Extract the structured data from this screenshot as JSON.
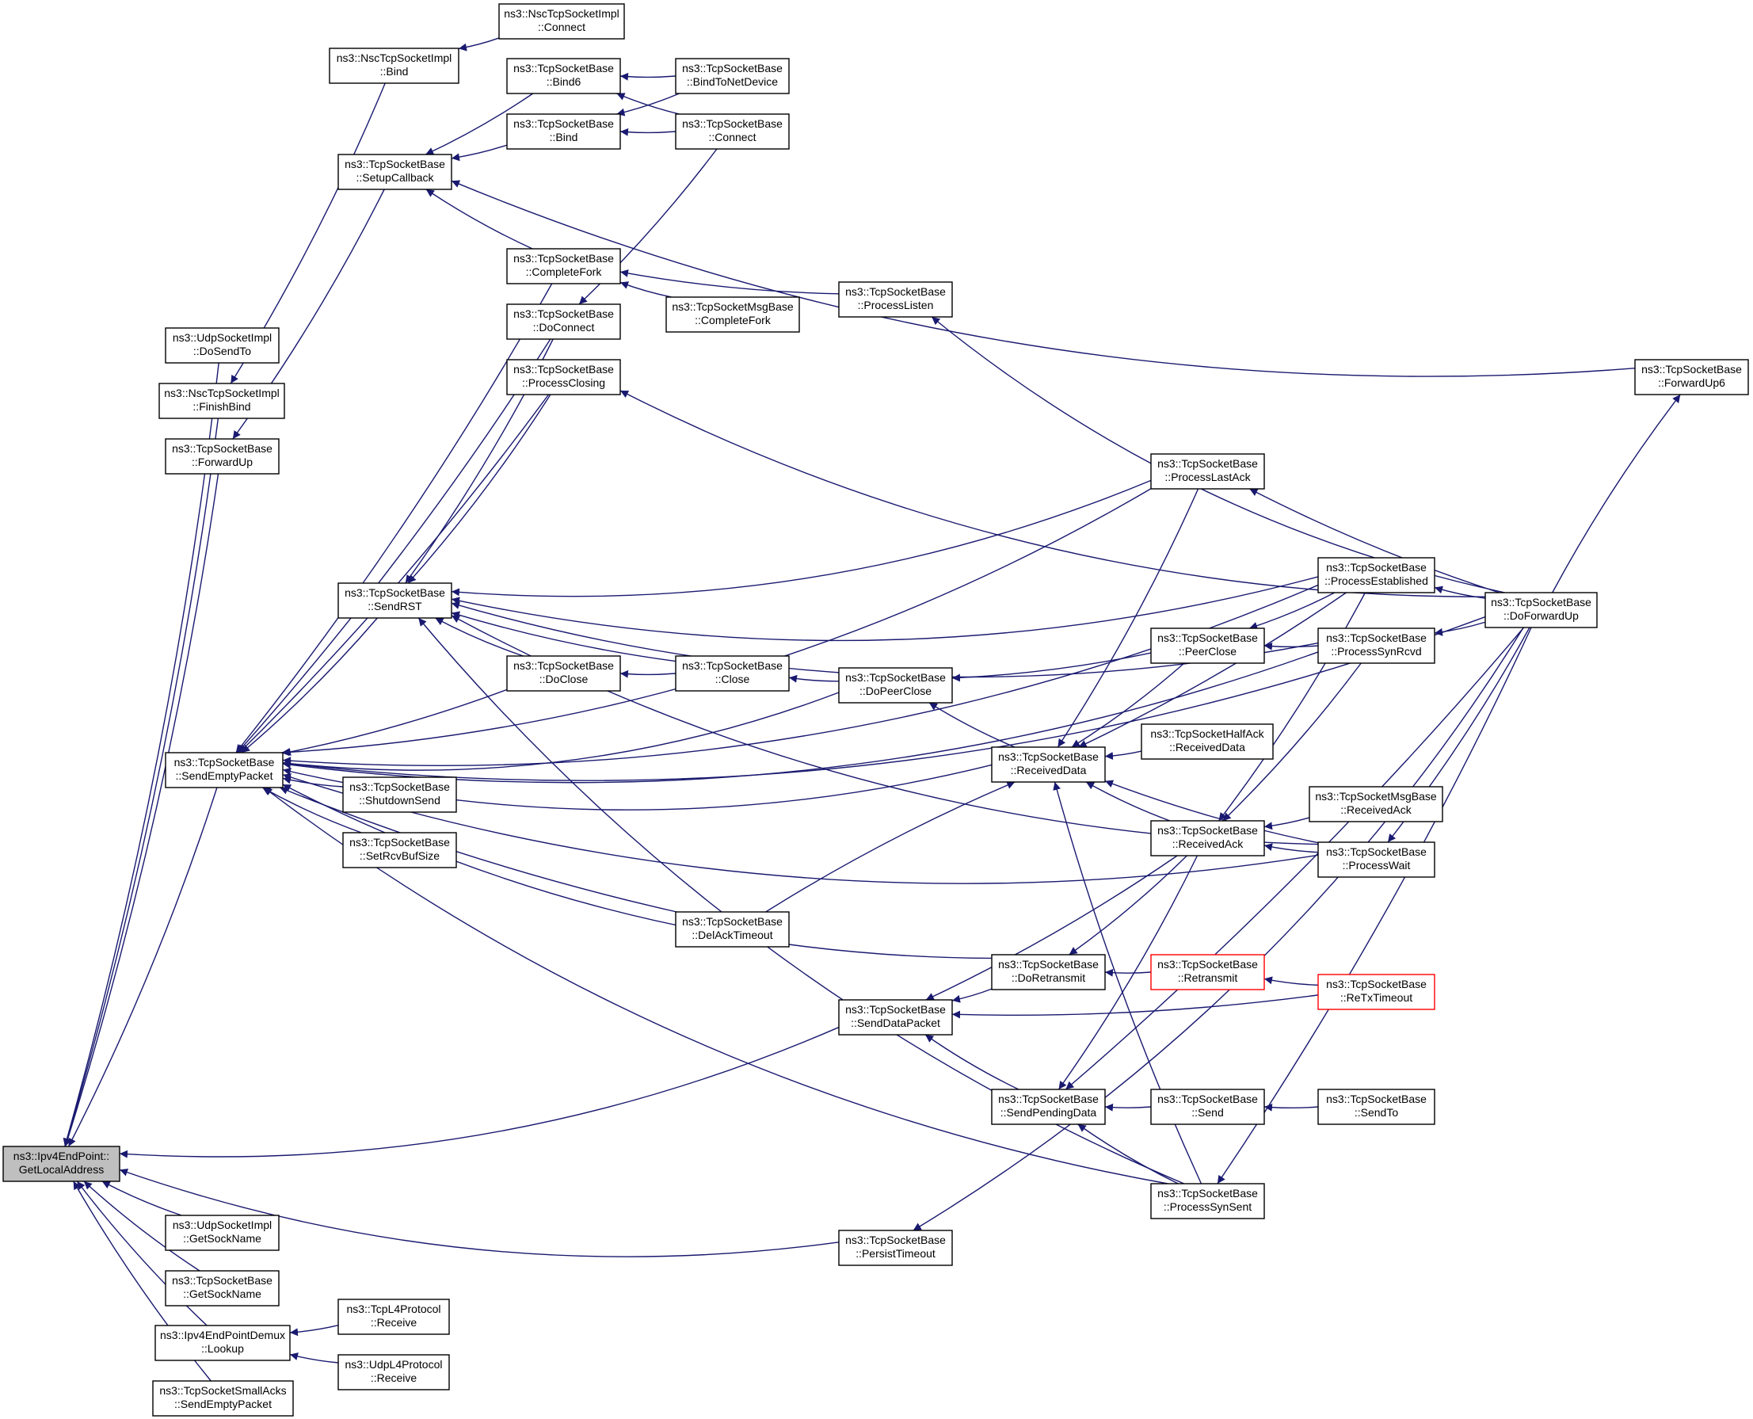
{
  "colors": {
    "edge": "#191970",
    "root_fill": "#bfbfbf",
    "node_border": "#000000",
    "truncated_border": "#ff0000"
  },
  "nodes": [
    {
      "id": "ep_getlocal",
      "lines": [
        "ns3::Ipv4EndPoint::",
        "GetLocalAddress"
      ],
      "root": true
    },
    {
      "id": "udp_dosendto",
      "lines": [
        "ns3::UdpSocketImpl",
        "::DoSendTo"
      ]
    },
    {
      "id": "nsc_finishbind",
      "lines": [
        "ns3::NscTcpSocketImpl",
        "::FinishBind"
      ]
    },
    {
      "id": "tcp_forwardup",
      "lines": [
        "ns3::TcpSocketBase",
        "::ForwardUp"
      ]
    },
    {
      "id": "tcp_sendempty",
      "lines": [
        "ns3::TcpSocketBase",
        "::SendEmptyPacket"
      ]
    },
    {
      "id": "udp_getsockname",
      "lines": [
        "ns3::UdpSocketImpl",
        "::GetSockName"
      ]
    },
    {
      "id": "tcp_getsockname",
      "lines": [
        "ns3::TcpSocketBase",
        "::GetSockName"
      ]
    },
    {
      "id": "demux_lookup",
      "lines": [
        "ns3::Ipv4EndPointDemux",
        "::Lookup"
      ]
    },
    {
      "id": "smallacks_sendempty",
      "lines": [
        "ns3::TcpSocketSmallAcks",
        "::SendEmptyPacket"
      ]
    },
    {
      "id": "nsc_bind",
      "lines": [
        "ns3::NscTcpSocketImpl",
        "::Bind"
      ]
    },
    {
      "id": "nsc_connect",
      "lines": [
        "ns3::NscTcpSocketImpl",
        "::Connect"
      ]
    },
    {
      "id": "tcp_setupcb",
      "lines": [
        "ns3::TcpSocketBase",
        "::SetupCallback"
      ]
    },
    {
      "id": "tcp_sendrst",
      "lines": [
        "ns3::TcpSocketBase",
        "::SendRST"
      ]
    },
    {
      "id": "tcp_shutdownsend",
      "lines": [
        "ns3::TcpSocketBase",
        "::ShutdownSend"
      ]
    },
    {
      "id": "tcp_setrcvbuf",
      "lines": [
        "ns3::TcpSocketBase",
        "::SetRcvBufSize"
      ]
    },
    {
      "id": "tcpl4_receive",
      "lines": [
        "ns3::TcpL4Protocol",
        "::Receive"
      ]
    },
    {
      "id": "udpl4_receive",
      "lines": [
        "ns3::UdpL4Protocol",
        "::Receive"
      ]
    },
    {
      "id": "tcp_bind6",
      "lines": [
        "ns3::TcpSocketBase",
        "::Bind6"
      ]
    },
    {
      "id": "tcp_bind",
      "lines": [
        "ns3::TcpSocketBase",
        "::Bind"
      ]
    },
    {
      "id": "tcp_completefork",
      "lines": [
        "ns3::TcpSocketBase",
        "::CompleteFork"
      ]
    },
    {
      "id": "tcp_doconnect",
      "lines": [
        "ns3::TcpSocketBase",
        "::DoConnect"
      ]
    },
    {
      "id": "tcp_processclosing",
      "lines": [
        "ns3::TcpSocketBase",
        "::ProcessClosing"
      ]
    },
    {
      "id": "tcp_doclose",
      "lines": [
        "ns3::TcpSocketBase",
        "::DoClose"
      ]
    },
    {
      "id": "tcp_delacktimeout",
      "lines": [
        "ns3::TcpSocketBase",
        "::DelAckTimeout"
      ]
    },
    {
      "id": "tcp_bindtonetdev",
      "lines": [
        "ns3::TcpSocketBase",
        "::BindToNetDevice"
      ]
    },
    {
      "id": "tcp_connect",
      "lines": [
        "ns3::TcpSocketBase",
        "::Connect"
      ]
    },
    {
      "id": "msg_completefork",
      "lines": [
        "ns3::TcpSocketMsgBase",
        "::CompleteFork"
      ]
    },
    {
      "id": "tcp_close",
      "lines": [
        "ns3::TcpSocketBase",
        "::Close"
      ]
    },
    {
      "id": "tcp_processlisten",
      "lines": [
        "ns3::TcpSocketBase",
        "::ProcessListen"
      ]
    },
    {
      "id": "tcp_dopeerclose",
      "lines": [
        "ns3::TcpSocketBase",
        "::DoPeerClose"
      ]
    },
    {
      "id": "tcp_senddata",
      "lines": [
        "ns3::TcpSocketBase",
        "::SendDataPacket"
      ]
    },
    {
      "id": "tcp_persist",
      "lines": [
        "ns3::TcpSocketBase",
        "::PersistTimeout"
      ]
    },
    {
      "id": "tcp_receiveddata",
      "lines": [
        "ns3::TcpSocketBase",
        "::ReceivedData"
      ]
    },
    {
      "id": "tcp_doretransmit",
      "lines": [
        "ns3::TcpSocketBase",
        "::DoRetransmit"
      ]
    },
    {
      "id": "tcp_sendpending",
      "lines": [
        "ns3::TcpSocketBase",
        "::SendPendingData"
      ]
    },
    {
      "id": "tcp_processlastack",
      "lines": [
        "ns3::TcpSocketBase",
        "::ProcessLastAck"
      ]
    },
    {
      "id": "tcp_peerclose",
      "lines": [
        "ns3::TcpSocketBase",
        "::PeerClose"
      ]
    },
    {
      "id": "halfack_receiveddata",
      "lines": [
        "ns3::TcpSocketHalfAck",
        "::ReceivedData"
      ]
    },
    {
      "id": "tcp_receivedack",
      "lines": [
        "ns3::TcpSocketBase",
        "::ReceivedAck"
      ]
    },
    {
      "id": "tcp_retransmit",
      "lines": [
        "ns3::TcpSocketBase",
        "::Retransmit"
      ],
      "truncated": true
    },
    {
      "id": "tcp_send",
      "lines": [
        "ns3::TcpSocketBase",
        "::Send"
      ]
    },
    {
      "id": "tcp_processsynsent",
      "lines": [
        "ns3::TcpSocketBase",
        "::ProcessSynSent"
      ]
    },
    {
      "id": "tcp_processestab",
      "lines": [
        "ns3::TcpSocketBase",
        "::ProcessEstablished"
      ]
    },
    {
      "id": "tcp_processsynrcvd",
      "lines": [
        "ns3::TcpSocketBase",
        "::ProcessSynRcvd"
      ]
    },
    {
      "id": "msg_receivedack",
      "lines": [
        "ns3::TcpSocketMsgBase",
        "::ReceivedAck"
      ]
    },
    {
      "id": "tcp_processwait",
      "lines": [
        "ns3::TcpSocketBase",
        "::ProcessWait"
      ]
    },
    {
      "id": "tcp_retxtimeout",
      "lines": [
        "ns3::TcpSocketBase",
        "::ReTxTimeout"
      ],
      "truncated": true
    },
    {
      "id": "tcp_sendto",
      "lines": [
        "ns3::TcpSocketBase",
        "::SendTo"
      ]
    },
    {
      "id": "tcp_forwardup6",
      "lines": [
        "ns3::TcpSocketBase",
        "::ForwardUp6"
      ]
    },
    {
      "id": "tcp_doforwardup",
      "lines": [
        "ns3::TcpSocketBase",
        "::DoForwardUp"
      ]
    }
  ],
  "edges": [
    [
      "ep_getlocal",
      "udp_dosendto"
    ],
    [
      "ep_getlocal",
      "nsc_finishbind"
    ],
    [
      "ep_getlocal",
      "tcp_forwardup"
    ],
    [
      "ep_getlocal",
      "tcp_sendempty"
    ],
    [
      "ep_getlocal",
      "udp_getsockname"
    ],
    [
      "ep_getlocal",
      "tcp_getsockname"
    ],
    [
      "ep_getlocal",
      "demux_lookup"
    ],
    [
      "ep_getlocal",
      "smallacks_sendempty"
    ],
    [
      "ep_getlocal",
      "tcp_senddata"
    ],
    [
      "ep_getlocal",
      "tcp_persist"
    ],
    [
      "nsc_finishbind",
      "nsc_bind"
    ],
    [
      "nsc_bind",
      "nsc_connect"
    ],
    [
      "tcp_forwardup",
      "tcp_setupcb"
    ],
    [
      "tcp_setupcb",
      "tcp_bind6"
    ],
    [
      "tcp_setupcb",
      "tcp_bind"
    ],
    [
      "tcp_setupcb",
      "tcp_completefork"
    ],
    [
      "tcp_setupcb",
      "tcp_forwardup6"
    ],
    [
      "tcp_bind6",
      "tcp_bindtonetdev"
    ],
    [
      "tcp_bind6",
      "tcp_connect"
    ],
    [
      "tcp_bind",
      "tcp_bindtonetdev"
    ],
    [
      "tcp_bind",
      "tcp_connect"
    ],
    [
      "tcp_completefork",
      "msg_completefork"
    ],
    [
      "tcp_completefork",
      "tcp_processlisten"
    ],
    [
      "tcp_doconnect",
      "tcp_connect"
    ],
    [
      "tcp_sendempty",
      "tcp_completefork"
    ],
    [
      "tcp_sendempty",
      "tcp_doconnect"
    ],
    [
      "tcp_sendempty",
      "tcp_processclosing"
    ],
    [
      "tcp_sendempty",
      "tcp_sendrst"
    ],
    [
      "tcp_sendempty",
      "tcp_doclose"
    ],
    [
      "tcp_sendempty",
      "tcp_shutdownsend"
    ],
    [
      "tcp_sendempty",
      "tcp_setrcvbuf"
    ],
    [
      "tcp_sendempty",
      "tcp_delacktimeout"
    ],
    [
      "tcp_sendempty",
      "tcp_doretransmit"
    ],
    [
      "tcp_sendempty",
      "tcp_dopeerclose"
    ],
    [
      "tcp_sendempty",
      "tcp_processsynrcvd"
    ],
    [
      "tcp_sendempty",
      "tcp_receiveddata"
    ],
    [
      "tcp_sendempty",
      "tcp_processwait"
    ],
    [
      "tcp_sendempty",
      "tcp_processsynsent"
    ],
    [
      "tcp_sendempty",
      "tcp_processestab"
    ],
    [
      "tcp_sendempty",
      "tcp_processlastack"
    ],
    [
      "tcp_sendempty",
      "tcp_doforwardup"
    ],
    [
      "tcp_sendrst",
      "tcp_doconnect"
    ],
    [
      "tcp_sendrst",
      "tcp_processclosing"
    ],
    [
      "tcp_sendrst",
      "tcp_processlastack"
    ],
    [
      "tcp_sendrst",
      "tcp_processestab"
    ],
    [
      "tcp_sendrst",
      "tcp_processsynrcvd"
    ],
    [
      "tcp_sendrst",
      "tcp_doclose"
    ],
    [
      "tcp_sendrst",
      "tcp_close"
    ],
    [
      "tcp_sendrst",
      "tcp_processwait"
    ],
    [
      "tcp_sendrst",
      "tcp_processsynsent"
    ],
    [
      "tcp_doclose",
      "tcp_close"
    ],
    [
      "tcp_close",
      "tcp_dopeerclose"
    ],
    [
      "tcp_dopeerclose",
      "tcp_peerclose"
    ],
    [
      "tcp_dopeerclose",
      "tcp_receiveddata"
    ],
    [
      "tcp_receiveddata",
      "tcp_delacktimeout"
    ],
    [
      "tcp_receiveddata",
      "halfack_receiveddata"
    ],
    [
      "tcp_receiveddata",
      "tcp_processlastack"
    ],
    [
      "tcp_receiveddata",
      "tcp_peerclose"
    ],
    [
      "tcp_receiveddata",
      "tcp_processestab"
    ],
    [
      "tcp_receiveddata",
      "tcp_receivedack"
    ],
    [
      "tcp_receiveddata",
      "tcp_processwait"
    ],
    [
      "tcp_receiveddata",
      "tcp_processsynsent"
    ],
    [
      "tcp_peerclose",
      "tcp_processestab"
    ],
    [
      "tcp_peerclose",
      "tcp_processsynrcvd"
    ],
    [
      "tcp_receivedack",
      "tcp_processestab"
    ],
    [
      "tcp_receivedack",
      "tcp_processsynrcvd"
    ],
    [
      "tcp_receivedack",
      "msg_receivedack"
    ],
    [
      "tcp_receivedack",
      "tcp_processwait"
    ],
    [
      "tcp_doretransmit",
      "tcp_receivedack"
    ],
    [
      "tcp_doretransmit",
      "tcp_retransmit"
    ],
    [
      "tcp_retransmit",
      "tcp_retxtimeout"
    ],
    [
      "tcp_senddata",
      "tcp_doretransmit"
    ],
    [
      "tcp_senddata",
      "tcp_receivedack"
    ],
    [
      "tcp_senddata",
      "tcp_retxtimeout"
    ],
    [
      "tcp_senddata",
      "tcp_sendpending"
    ],
    [
      "tcp_sendpending",
      "tcp_receivedack"
    ],
    [
      "tcp_sendpending",
      "tcp_send"
    ],
    [
      "tcp_sendpending",
      "tcp_processsynsent"
    ],
    [
      "tcp_sendpending",
      "tcp_doforwardup"
    ],
    [
      "tcp_send",
      "tcp_sendto"
    ],
    [
      "tcp_persist",
      "tcp_doforwardup"
    ],
    [
      "demux_lookup",
      "tcpl4_receive"
    ],
    [
      "demux_lookup",
      "udpl4_receive"
    ],
    [
      "tcp_processlisten",
      "tcp_doforwardup"
    ],
    [
      "tcp_processclosing",
      "tcp_doforwardup"
    ],
    [
      "tcp_processlastack",
      "tcp_doforwardup"
    ],
    [
      "tcp_processestab",
      "tcp_doforwardup"
    ],
    [
      "tcp_processsynrcvd",
      "tcp_doforwardup"
    ],
    [
      "tcp_processwait",
      "tcp_doforwardup"
    ],
    [
      "tcp_processsynsent",
      "tcp_doforwardup"
    ],
    [
      "tcp_forwardup6",
      "tcp_doforwardup"
    ]
  ]
}
